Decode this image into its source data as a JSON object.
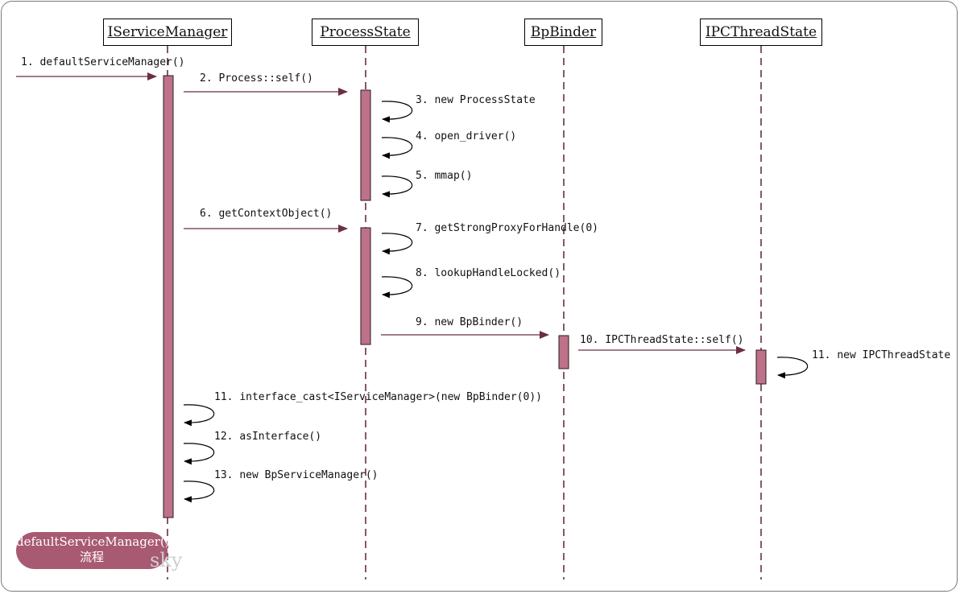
{
  "participants": [
    {
      "key": "sm",
      "name": "IServiceManager"
    },
    {
      "key": "ps",
      "name": "ProcessState"
    },
    {
      "key": "bp",
      "name": "BpBinder"
    },
    {
      "key": "ipc",
      "name": "IPCThreadState"
    }
  ],
  "messages": [
    {
      "number": "1.",
      "label": "defaultServiceManager()"
    },
    {
      "number": "2.",
      "label": "Process::self()"
    },
    {
      "number": "3.",
      "label": "new ProcessState"
    },
    {
      "number": "4.",
      "label": "open_driver()"
    },
    {
      "number": "5.",
      "label": "mmap()"
    },
    {
      "number": "6.",
      "label": "getContextObject()"
    },
    {
      "number": "7.",
      "label": "getStrongProxyForHandle(0)"
    },
    {
      "number": "8.",
      "label": "lookupHandleLocked()"
    },
    {
      "number": "9.",
      "label": "new BpBinder()"
    },
    {
      "number": "10.",
      "label": "IPCThreadState::self()"
    },
    {
      "number": "11.",
      "label": "new IPCThreadState"
    },
    {
      "number": "11.",
      "label": "interface_cast<IServiceManager>(new BpBinder(0))"
    },
    {
      "number": "12.",
      "label": "asInterface()"
    },
    {
      "number": "13.",
      "label": "new BpServiceManager()"
    }
  ],
  "caption": {
    "line1": "defaultServiceManager()",
    "line2": "流程"
  },
  "watermark": "sky",
  "colors": {
    "arrow": "#6b2e44",
    "activation_fill": "#bd7289",
    "lifeline": "#6b2e44",
    "badge": "#a85a72",
    "self_arrow": "#000000"
  }
}
